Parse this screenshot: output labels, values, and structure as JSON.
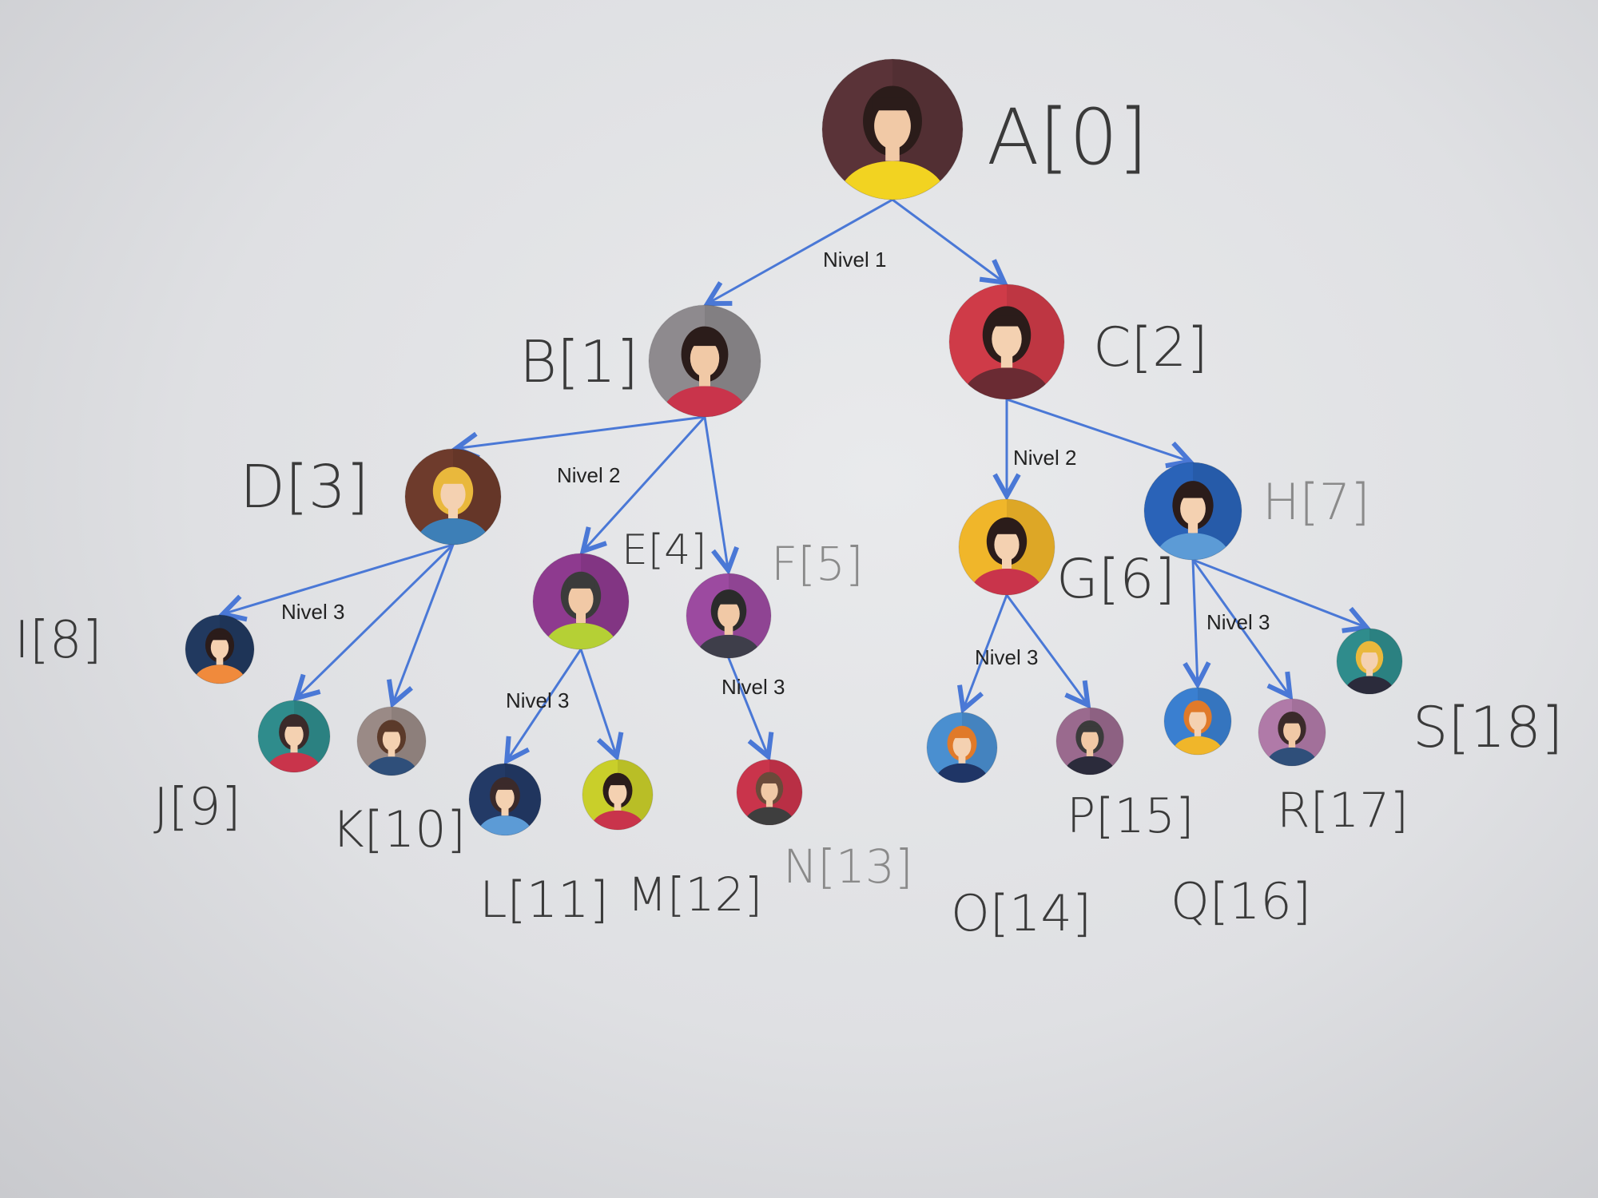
{
  "diagram": {
    "level_labels": [
      "Nivel 1",
      "Nivel 2",
      "Nivel 2",
      "Nivel 3",
      "Nivel 3",
      "Nivel 3",
      "Nivel 3",
      "Nivel 3"
    ],
    "nodes": [
      {
        "id": "A",
        "label": "A[0]",
        "bg": "#5a3338",
        "face": "#f1c9a6",
        "hair": "#2b1c1a",
        "shirt": "#f2d321"
      },
      {
        "id": "B",
        "label": "B[1]",
        "bg": "#8e8a8e",
        "face": "#f1c9a6",
        "hair": "#2b1c1a",
        "shirt": "#c9344b"
      },
      {
        "id": "C",
        "label": "C[2]",
        "bg": "#cf3b48",
        "face": "#f4d1b1",
        "hair": "#2b1c1a",
        "shirt": "#6a2b33"
      },
      {
        "id": "D",
        "label": "D[3]",
        "bg": "#6e3b2c",
        "face": "#f4d1b1",
        "hair": "#e9b83c",
        "shirt": "#3d7fb7"
      },
      {
        "id": "E",
        "label": "E[4]",
        "bg": "#8e3a8f",
        "face": "#f1c9a6",
        "hair": "#3b3b3b",
        "shirt": "#b5d035"
      },
      {
        "id": "F",
        "label": "F[5]",
        "bg": "#9c4aa0",
        "face": "#f1c9a6",
        "hair": "#2b2b2b",
        "shirt": "#3e3e4a"
      },
      {
        "id": "G",
        "label": "G[6]",
        "bg": "#f0b62a",
        "face": "#f4d1b1",
        "hair": "#2b1c1a",
        "shirt": "#c9344b"
      },
      {
        "id": "H",
        "label": "H[7]",
        "bg": "#2a63b8",
        "face": "#f4d1b1",
        "hair": "#2b1c1a",
        "shirt": "#5c9bd6"
      },
      {
        "id": "I",
        "label": "I[8]",
        "bg": "#21395f",
        "face": "#f4d1b1",
        "hair": "#2b1c1a",
        "shirt": "#f08a3c"
      },
      {
        "id": "J",
        "label": "J[9]",
        "bg": "#2f8c8c",
        "face": "#f4d1b1",
        "hair": "#3b2a2a",
        "shirt": "#c9344b"
      },
      {
        "id": "K",
        "label": "K[10]",
        "bg": "#9a8a86",
        "face": "#f4d1b1",
        "hair": "#5b3a2a",
        "shirt": "#2f4f7a"
      },
      {
        "id": "L",
        "label": "L[11]",
        "bg": "#233a66",
        "face": "#f4d1b1",
        "hair": "#3b2a2a",
        "shirt": "#5c9bd6"
      },
      {
        "id": "M",
        "label": "M[12]",
        "bg": "#c9cf2a",
        "face": "#f4d1b1",
        "hair": "#2b1c1a",
        "shirt": "#c9344b"
      },
      {
        "id": "N",
        "label": "N[13]",
        "bg": "#c9344b",
        "face": "#f1c9a6",
        "hair": "#6a4a3a",
        "shirt": "#3e3e3e"
      },
      {
        "id": "O",
        "label": "O[14]",
        "bg": "#4a8fd0",
        "face": "#f4d1b1",
        "hair": "#e07a2a",
        "shirt": "#1f3566"
      },
      {
        "id": "P",
        "label": "P[15]",
        "bg": "#9a6a8e",
        "face": "#f1c9a6",
        "hair": "#3b3b3b",
        "shirt": "#2b2b3b"
      },
      {
        "id": "Q",
        "label": "Q[16]",
        "bg": "#3a7fd0",
        "face": "#f4d1b1",
        "hair": "#e07a2a",
        "shirt": "#f0b62a"
      },
      {
        "id": "R",
        "label": "R[17]",
        "bg": "#b07aa8",
        "face": "#f1c9a6",
        "hair": "#3b2a2a",
        "shirt": "#2f4f7a"
      },
      {
        "id": "S",
        "label": "S[18]",
        "bg": "#2f8c8c",
        "face": "#f4d1b1",
        "hair": "#e9b83c",
        "shirt": "#2b2b3b"
      }
    ],
    "edges": [
      [
        "A",
        "B"
      ],
      [
        "A",
        "C"
      ],
      [
        "B",
        "D"
      ],
      [
        "B",
        "E"
      ],
      [
        "B",
        "F"
      ],
      [
        "C",
        "G"
      ],
      [
        "C",
        "H"
      ],
      [
        "D",
        "I"
      ],
      [
        "D",
        "J"
      ],
      [
        "D",
        "K"
      ],
      [
        "E",
        "L"
      ],
      [
        "E",
        "M"
      ],
      [
        "F",
        "N"
      ],
      [
        "G",
        "O"
      ],
      [
        "G",
        "P"
      ],
      [
        "H",
        "Q"
      ],
      [
        "H",
        "R"
      ],
      [
        "H",
        "S"
      ]
    ],
    "colors": {
      "edge": "#4a78d6",
      "paper": "#e4e5e8",
      "ink": "#3a3a3a"
    }
  }
}
